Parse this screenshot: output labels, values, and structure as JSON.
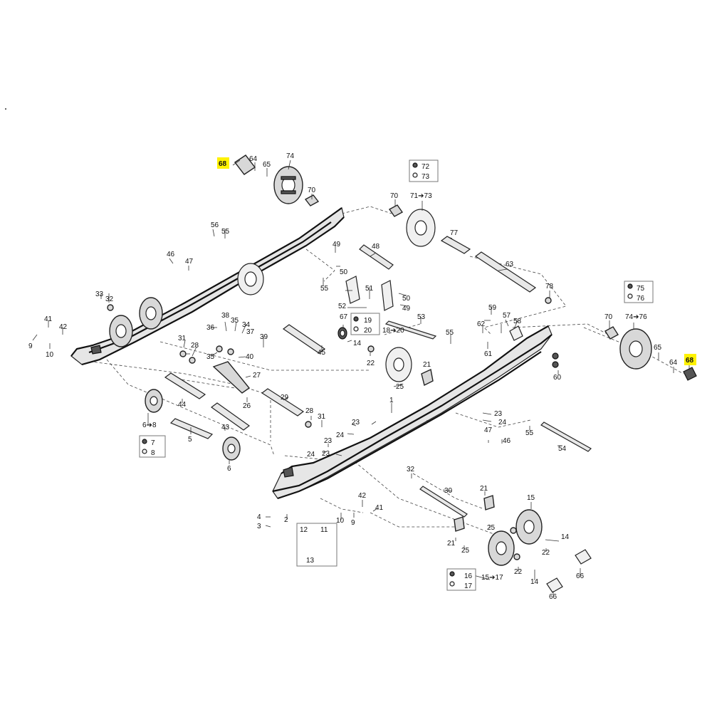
{
  "labels": {
    "n1": "1",
    "n2": "2",
    "n3": "3",
    "n4": "4",
    "n5": "5",
    "n6": "6",
    "n8": "6➔8",
    "n7": "7",
    "n8b": "8",
    "n9": "9",
    "n10": "10",
    "n11": "11",
    "n12": "12",
    "n13": "13",
    "n14": "14",
    "n15": "15",
    "n16": "16",
    "n17": "17",
    "n15to17": "15➔17",
    "n18to20": "18➔20",
    "n19": "19",
    "n20": "20",
    "n21": "21",
    "n22": "22",
    "n23": "23",
    "n24": "24",
    "n25": "25",
    "n26": "26",
    "n27": "27",
    "n28": "28",
    "n29": "29",
    "n30": "30",
    "n31": "31",
    "n32": "32",
    "n33": "33",
    "n34": "34",
    "n35": "35",
    "n36": "36",
    "n37": "37",
    "n38": "38",
    "n39": "39",
    "n40": "40",
    "n41": "41",
    "n42": "42",
    "n43": "43",
    "n44": "44",
    "n45": "45",
    "n46": "46",
    "n47": "47",
    "n48": "48",
    "n49": "49",
    "n50": "50",
    "n51": "51",
    "n52": "52",
    "n53": "53",
    "n54": "54",
    "n55": "55",
    "n56": "56",
    "n57": "57",
    "n58": "58",
    "n59": "59",
    "n60": "60",
    "n61": "61",
    "n62": "62",
    "n63": "63",
    "n64": "64",
    "n65": "65",
    "n66": "66",
    "n67": "67",
    "n68": "68",
    "n70": "70",
    "n71to73": "71➔73",
    "n72": "72",
    "n73": "73",
    "n74": "74",
    "n74to76": "74➔76",
    "n75": "75",
    "n76": "76",
    "n77": "77",
    "n78": "78"
  },
  "highlight_color": "#fff200",
  "highlighted_part": "68"
}
